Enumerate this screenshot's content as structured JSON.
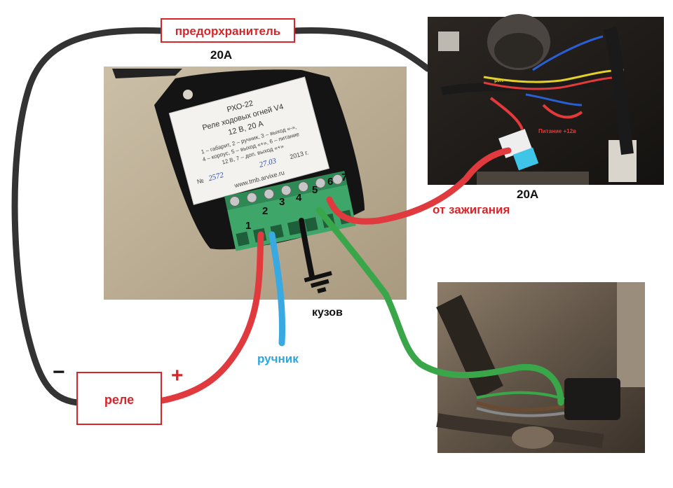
{
  "fuse_box_label": "предорхранитель",
  "fuse_rating_top": "20А",
  "fuse_rating_photo": "20А",
  "relay_box_label": "реле",
  "minus_sign": "−",
  "plus_sign": "+",
  "handbrake_label": "ручник",
  "ignition_label": "от зажигания",
  "body_ground_label": "кузов",
  "terminal_numbers": [
    "1",
    "2",
    "3",
    "4",
    "5",
    "6",
    "7"
  ],
  "module_sticker": {
    "model": "РХО-22",
    "title": "Реле ходовых огней V4",
    "spec": "12 В, 20 А",
    "pins_line1": "1 – габарит, 2 – ручник, 3 – выход «-»,",
    "pins_line2": "4 – корпус, 5 – выход «+», 6 – питание",
    "pins_line3": "12 В, 7 – доп. выход «+»",
    "serial_prefix": "№",
    "serial_handwritten": "2572",
    "date_handwritten": "27.03",
    "year": "2013 г.",
    "website": "www.tmb.arvixe.ru"
  },
  "engine_photo_labels": {
    "wire_label": "рит",
    "power_label": "Питание +12в"
  },
  "colors": {
    "red_label": "#d7262a",
    "blue_label": "#2aa7df",
    "wire_red": "#e0393e",
    "wire_blue": "#38a9e1",
    "wire_green": "#3aa64a",
    "wire_black": "#333333",
    "terminal_green": "#3fa66a"
  }
}
